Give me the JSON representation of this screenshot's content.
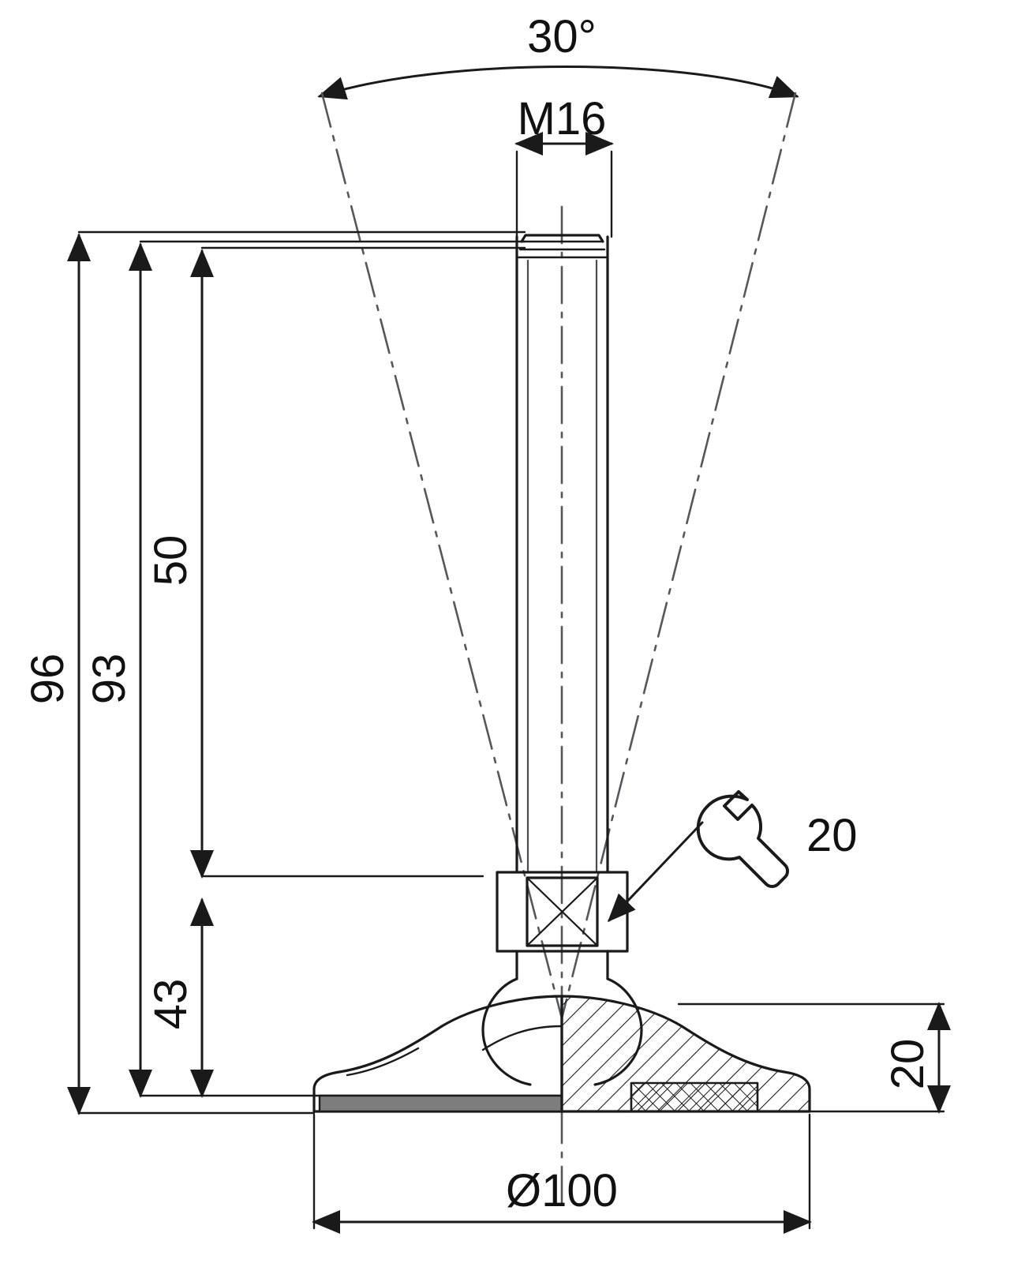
{
  "drawing": {
    "title": "Leveling foot technical drawing",
    "type": "engineering-dimension-drawing",
    "units": "mm",
    "line_color": "#1a1a1a",
    "background_color": "#ffffff",
    "pad_fill_color": "#7d7d7d",
    "dimensions": {
      "angle": "30°",
      "thread": "M16",
      "overall_height": "96",
      "height_to_shoulder": "93",
      "thread_length": "50",
      "lower_height": "43",
      "base_thickness": "20",
      "wrench_size": "20",
      "base_diameter": "Ø100"
    },
    "icons": {
      "wrench": "wrench-icon"
    }
  }
}
